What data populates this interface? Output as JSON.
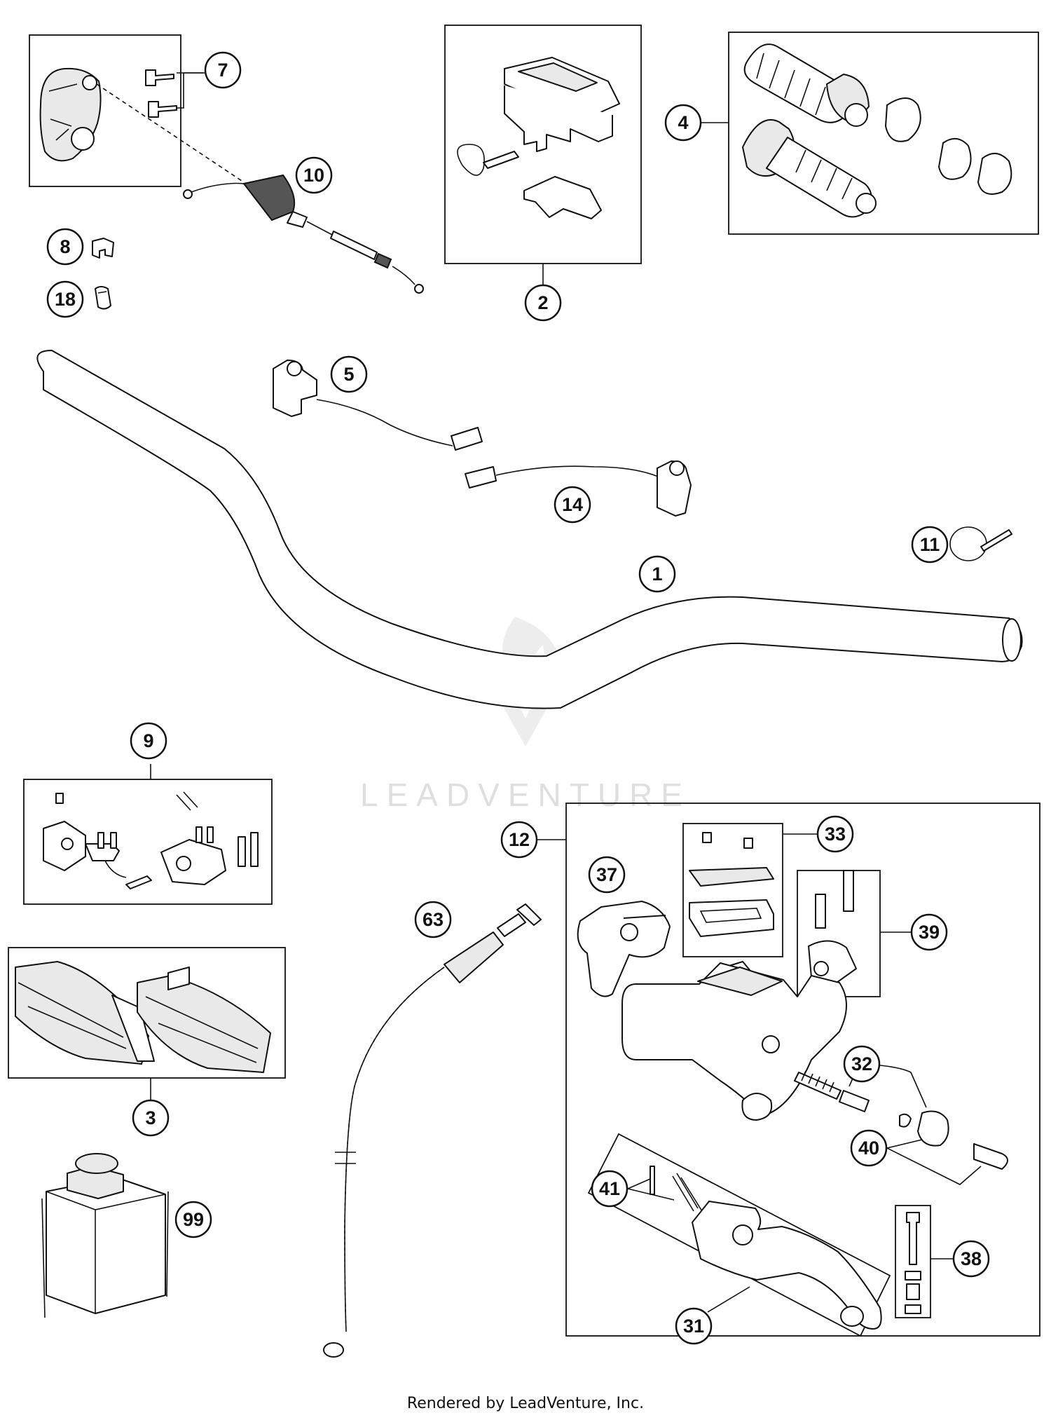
{
  "watermark": "LEADVENTURE",
  "footer": "Rendered by LeadVenture, Inc.",
  "callouts": {
    "c1": "1",
    "c2": "2",
    "c3": "3",
    "c4": "4",
    "c5": "5",
    "c7": "7",
    "c8": "8",
    "c9": "9",
    "c10": "10",
    "c11": "11",
    "c12": "12",
    "c14": "14",
    "c18": "18",
    "c31": "31",
    "c32": "32",
    "c33": "33",
    "c37": "37",
    "c38": "38",
    "c39": "39",
    "c40": "40",
    "c41": "41",
    "c63": "63",
    "c99": "99"
  }
}
